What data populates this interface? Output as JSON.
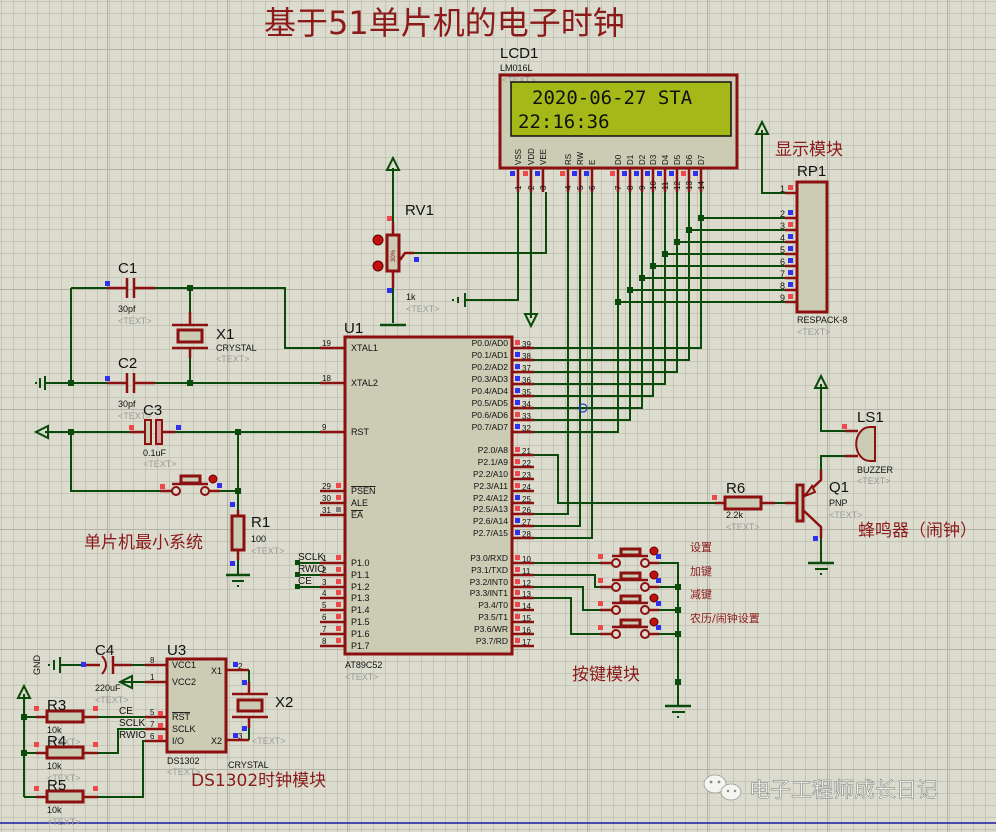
{
  "title": "基于51单片机的电子时钟",
  "watermark": "电子工程师成长日记",
  "watermark_icon": "wechat-icon",
  "placeholder_text": "<TEXT>",
  "colors": {
    "background": "#dcdcce",
    "wire": "#0a4a0a",
    "component_outline": "#8b1010",
    "component_fill": "#cccbb4",
    "annotation": "#8b1a1a",
    "lcd_screen": "#a4b818",
    "pin_high": "#f04848",
    "pin_low": "#3030f0"
  },
  "modules": {
    "display": "显示模块",
    "mcu_min": "单片机最小系统",
    "buzzer": "蜂鸣器（闹钟）",
    "keys": "按键模块",
    "rtc": "DS1302时钟模块"
  },
  "lcd": {
    "ref": "LCD1",
    "part": "LM016L",
    "line1": "2020-06-27 STA",
    "line2": "22:16:36",
    "pins": [
      {
        "name": "VSS",
        "num": "1"
      },
      {
        "name": "VDD",
        "num": "2"
      },
      {
        "name": "VEE",
        "num": "3"
      },
      {
        "name": "RS",
        "num": "4"
      },
      {
        "name": "RW",
        "num": "5"
      },
      {
        "name": "E",
        "num": "6"
      },
      {
        "name": "D0",
        "num": "7"
      },
      {
        "name": "D1",
        "num": "8"
      },
      {
        "name": "D2",
        "num": "9"
      },
      {
        "name": "D3",
        "num": "10"
      },
      {
        "name": "D4",
        "num": "11"
      },
      {
        "name": "D5",
        "num": "12"
      },
      {
        "name": "D6",
        "num": "13"
      },
      {
        "name": "D7",
        "num": "14"
      }
    ]
  },
  "rp1": {
    "ref": "RP1",
    "part": "RESPACK-8",
    "pins": [
      "1",
      "2",
      "3",
      "4",
      "5",
      "6",
      "7",
      "8",
      "9"
    ]
  },
  "rv1": {
    "ref": "RV1",
    "value": "1k",
    "percent": "30%"
  },
  "c1": {
    "ref": "C1",
    "value": "30pf"
  },
  "c2": {
    "ref": "C2",
    "value": "30pf"
  },
  "c3": {
    "ref": "C3",
    "value": "0.1uF"
  },
  "c4": {
    "ref": "C4",
    "value": "220uF"
  },
  "x1": {
    "ref": "X1",
    "part": "CRYSTAL"
  },
  "x2": {
    "ref": "X2",
    "part": "CRYSTAL"
  },
  "r1": {
    "ref": "R1",
    "value": "100"
  },
  "r3": {
    "ref": "R3",
    "value": "10k"
  },
  "r4": {
    "ref": "R4",
    "value": "10k"
  },
  "r5": {
    "ref": "R5",
    "value": "10k"
  },
  "r6": {
    "ref": "R6",
    "value": "2.2k"
  },
  "q1": {
    "ref": "Q1",
    "part": "PNP"
  },
  "ls1": {
    "ref": "LS1",
    "part": "BUZZER"
  },
  "u1": {
    "ref": "U1",
    "part": "AT89C52",
    "left_pins": [
      {
        "name": "XTAL1",
        "num": "19"
      },
      {
        "name": "XTAL2",
        "num": "18"
      },
      {
        "name": "RST",
        "num": "9"
      },
      {
        "name": "PSEN",
        "num": "29"
      },
      {
        "name": "ALE",
        "num": "30"
      },
      {
        "name": "EA",
        "num": "31"
      },
      {
        "name": "P1.0",
        "num": "1"
      },
      {
        "name": "P1.1",
        "num": "2"
      },
      {
        "name": "P1.2",
        "num": "3"
      },
      {
        "name": "P1.3",
        "num": "4"
      },
      {
        "name": "P1.4",
        "num": "5"
      },
      {
        "name": "P1.5",
        "num": "6"
      },
      {
        "name": "P1.6",
        "num": "7"
      },
      {
        "name": "P1.7",
        "num": "8"
      }
    ],
    "p1_net_labels": [
      "SCLK",
      "RWIO",
      "CE"
    ],
    "right_pins": [
      {
        "name": "P0.0/AD0",
        "num": "39"
      },
      {
        "name": "P0.1/AD1",
        "num": "38"
      },
      {
        "name": "P0.2/AD2",
        "num": "37"
      },
      {
        "name": "P0.3/AD3",
        "num": "36"
      },
      {
        "name": "P0.4/AD4",
        "num": "35"
      },
      {
        "name": "P0.5/AD5",
        "num": "34"
      },
      {
        "name": "P0.6/AD6",
        "num": "33"
      },
      {
        "name": "P0.7/AD7",
        "num": "32"
      },
      {
        "name": "P2.0/A8",
        "num": "21"
      },
      {
        "name": "P2.1/A9",
        "num": "22"
      },
      {
        "name": "P2.2/A10",
        "num": "23"
      },
      {
        "name": "P2.3/A11",
        "num": "24"
      },
      {
        "name": "P2.4/A12",
        "num": "25"
      },
      {
        "name": "P2.5/A13",
        "num": "26"
      },
      {
        "name": "P2.6/A14",
        "num": "27"
      },
      {
        "name": "P2.7/A15",
        "num": "28"
      },
      {
        "name": "P3.0/RXD",
        "num": "10"
      },
      {
        "name": "P3.1/TXD",
        "num": "11"
      },
      {
        "name": "P3.2/INT0",
        "num": "12"
      },
      {
        "name": "P3.3/INT1",
        "num": "13"
      },
      {
        "name": "P3.4/T0",
        "num": "14"
      },
      {
        "name": "P3.5/T1",
        "num": "15"
      },
      {
        "name": "P3.6/WR",
        "num": "16"
      },
      {
        "name": "P3.7/RD",
        "num": "17"
      }
    ]
  },
  "u3": {
    "ref": "U3",
    "part": "DS1302",
    "left_pins": [
      {
        "name": "VCC1",
        "num": "8"
      },
      {
        "name": "VCC2",
        "num": "1"
      },
      {
        "name": "RST",
        "num": "5"
      },
      {
        "name": "SCLK",
        "num": "7"
      },
      {
        "name": "I/O",
        "num": "6"
      }
    ],
    "right_pins": [
      {
        "name": "X1",
        "num": "2"
      },
      {
        "name": "X2",
        "num": "3"
      }
    ],
    "net_labels": [
      "CE",
      "SCLK",
      "RWIO"
    ]
  },
  "keys": [
    "设置",
    "加键",
    "减键",
    "农历/闹钟设置"
  ],
  "gnd_label": "GND"
}
